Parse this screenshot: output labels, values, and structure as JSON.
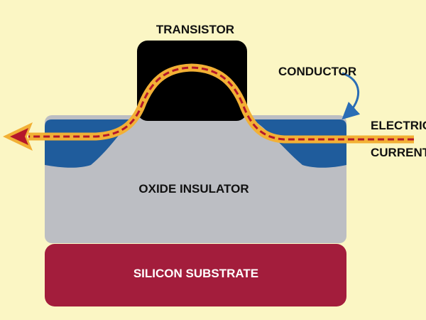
{
  "labels": {
    "transistor": "TRANSISTOR",
    "conductor": "CONDUCTOR",
    "electric": "ELECTRIC",
    "current": "CURRENT",
    "oxide_insulator": "OXIDE INSULATOR",
    "silicon_substrate": "SILICON SUBSTRATE"
  },
  "colors": {
    "background": "#FBF6C4",
    "transistor": "#000000",
    "oxide_insulator": "#BCBEC3",
    "conductor_layer": "#1F5C9C",
    "silicon_substrate": "#A31D3C",
    "current_band": "#F2B035",
    "current_dash": "#B5172B",
    "pointer_arrow": "#2A6DB5",
    "text": "#111111"
  }
}
